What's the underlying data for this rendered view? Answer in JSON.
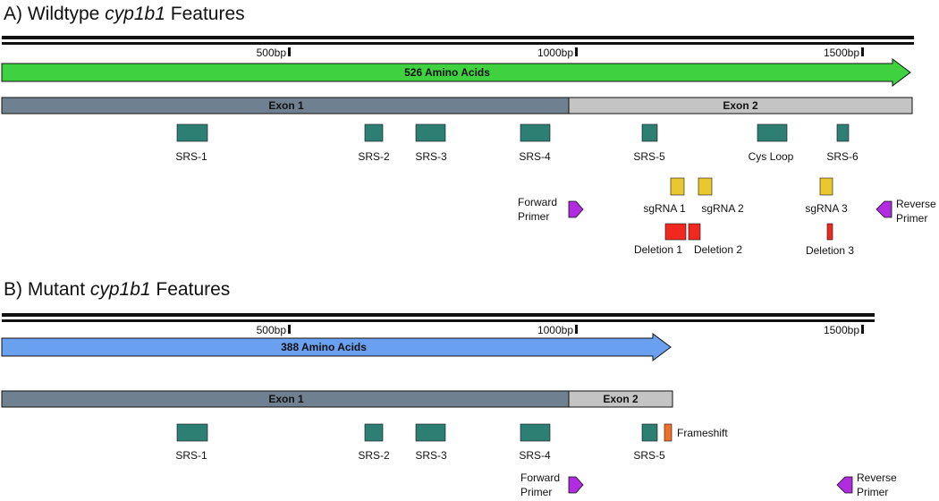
{
  "panel_a": {
    "title_prefix": "A) Wildtype ",
    "title_gene": "cyp1b1",
    "title_suffix": " Features",
    "ticks": [
      "500bp",
      "1000bp",
      "1500bp"
    ],
    "protein_label": "526 Amino Acids",
    "exon1": "Exon 1",
    "exon2": "Exon 2",
    "srs": [
      "SRS-1",
      "SRS-2",
      "SRS-3",
      "SRS-4",
      "SRS-5",
      "Cys Loop",
      "SRS-6"
    ],
    "forward_primer": [
      "Forward",
      "Primer"
    ],
    "reverse_primer": [
      "Reverse",
      "Primer"
    ],
    "sgrna": [
      "sgRNA 1",
      "sgRNA 2",
      "sgRNA 3"
    ],
    "deletions": [
      "Deletion 1",
      "Deletion 2",
      "Deletion 3"
    ]
  },
  "panel_b": {
    "title_prefix": "B) Mutant ",
    "title_gene": "cyp1b1",
    "title_suffix": " Features",
    "ticks": [
      "500bp",
      "1000bp",
      "1500bp"
    ],
    "protein_label": "388 Amino Acids",
    "exon1": "Exon 1",
    "exon2": "Exon 2",
    "srs": [
      "SRS-1",
      "SRS-2",
      "SRS-3",
      "SRS-4",
      "SRS-5"
    ],
    "frameshift": "Frameshift",
    "forward_primer": [
      "Forward",
      "Primer"
    ],
    "reverse_primer": [
      "Reverse",
      "Primer"
    ]
  },
  "colors": {
    "wildtype_arrow": "#3fd13f",
    "mutant_arrow": "#6aa0f0",
    "exon1": "#6f8090",
    "exon2": "#c4c4c4",
    "srs": "#2e7f73",
    "sgrna": "#e8c82e",
    "deletion": "#f0281e",
    "frameshift": "#f07028",
    "primer": "#b12be0"
  }
}
